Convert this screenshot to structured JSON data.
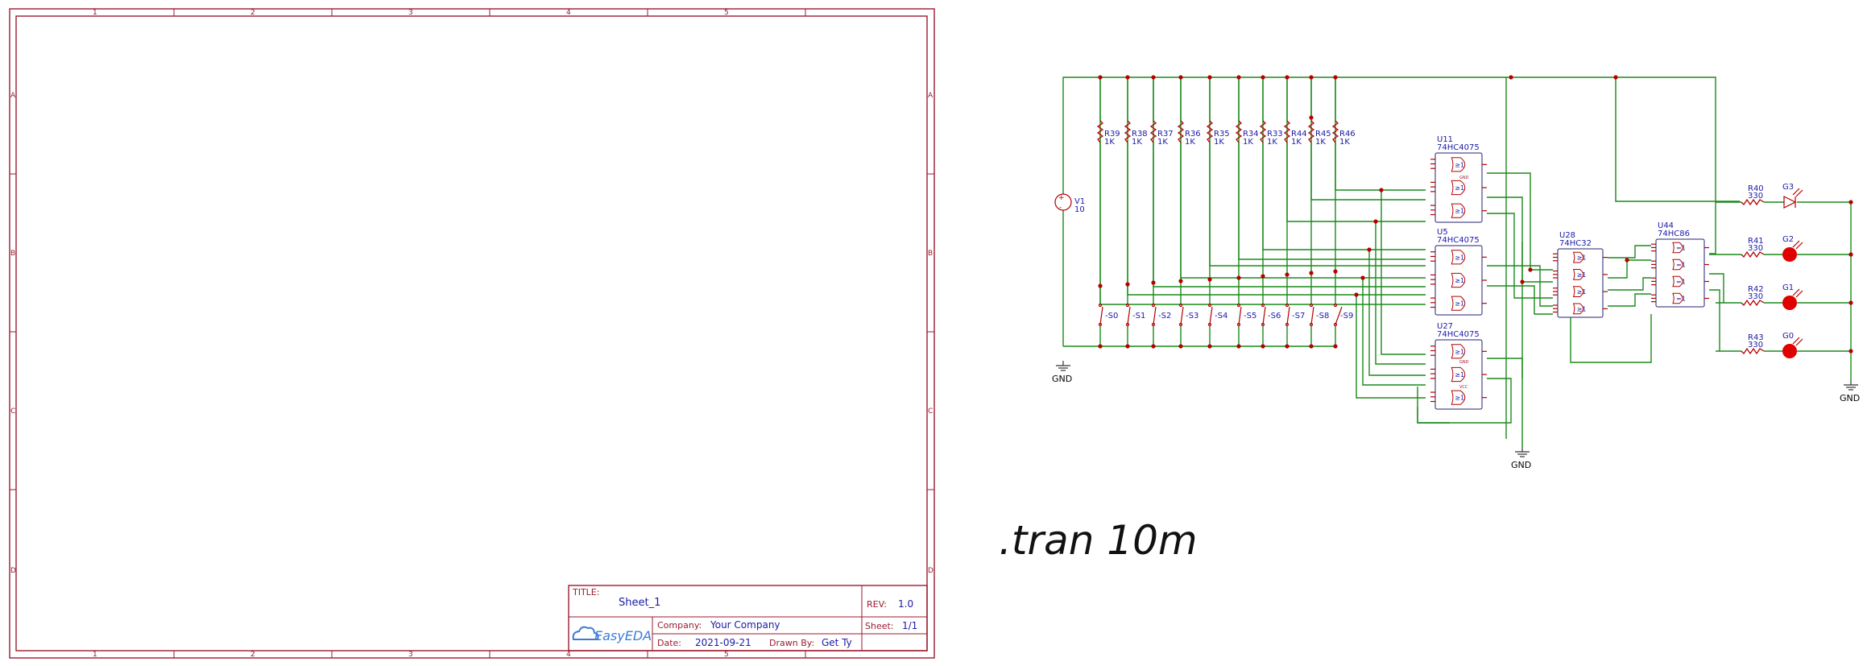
{
  "frame": {
    "columns": [
      "1",
      "2",
      "3",
      "4",
      "5"
    ],
    "rows": [
      "A",
      "B",
      "C",
      "D"
    ]
  },
  "title_block": {
    "title_label": "TITLE:",
    "title_value": "Sheet_1",
    "rev_label": "REV:",
    "rev_value": "1.0",
    "company_label": "Company:",
    "company_value": "Your Company",
    "sheet_label": "Sheet:",
    "sheet_value": "1/1",
    "date_label": "Date:",
    "date_value": "2021-09-21",
    "drawn_label": "Drawn By:",
    "drawn_value": "Get Ty",
    "logo_text": "EasyEDA"
  },
  "schematic": {
    "source": {
      "name": "V1",
      "value": "10"
    },
    "gnd_label": "GND",
    "resistors_input": [
      {
        "name": "R39",
        "value": "1K"
      },
      {
        "name": "R38",
        "value": "1K"
      },
      {
        "name": "R37",
        "value": "1K"
      },
      {
        "name": "R36",
        "value": "1K"
      },
      {
        "name": "R35",
        "value": "1K"
      },
      {
        "name": "R34",
        "value": "1K"
      },
      {
        "name": "R33",
        "value": "1K"
      },
      {
        "name": "R44",
        "value": "1K"
      },
      {
        "name": "R45",
        "value": "1K"
      },
      {
        "name": "R46",
        "value": "1K"
      }
    ],
    "switches": [
      "S0",
      "S1",
      "S2",
      "S3",
      "S4",
      "S5",
      "S6",
      "S7",
      "S8",
      "S9"
    ],
    "ics": [
      {
        "name": "U11",
        "part": "74HC4075",
        "gate": "≥1"
      },
      {
        "name": "U5",
        "part": "74HC4075",
        "gate": "≥1"
      },
      {
        "name": "U27",
        "part": "74HC4075",
        "gate": "≥1"
      },
      {
        "name": "U28",
        "part": "74HC32",
        "gate": "≥1"
      },
      {
        "name": "U44",
        "part": "74HC86",
        "gate": "=1"
      }
    ],
    "output_resistors": [
      {
        "name": "R40",
        "value": "330"
      },
      {
        "name": "R41",
        "value": "330"
      },
      {
        "name": "R42",
        "value": "330"
      },
      {
        "name": "R43",
        "value": "330"
      }
    ],
    "leds": [
      "G3",
      "G2",
      "G1",
      "G0"
    ],
    "ic_pin_labels": {
      "gnd": "GND",
      "vcc": "VCC"
    }
  },
  "directive": ".tran 10m",
  "colors": {
    "frame": "#9b1b30",
    "wire": "#1a8a1a",
    "component": "#b40000",
    "label": "#1a1aa8",
    "led_on": "#e00000"
  }
}
